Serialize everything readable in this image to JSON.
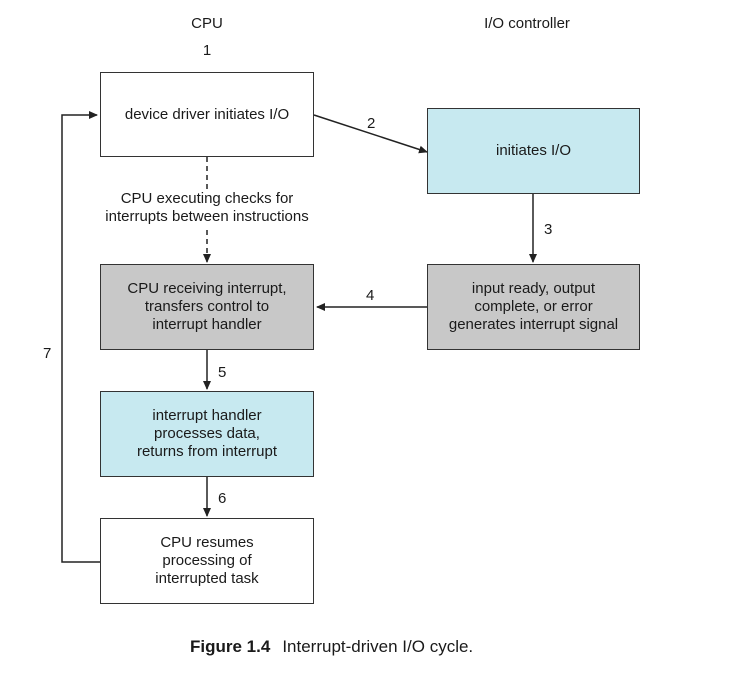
{
  "columns": {
    "cpu": "CPU",
    "io": "I/O controller"
  },
  "step_labels": {
    "s1": "1",
    "s2": "2",
    "s3": "3",
    "s4": "4",
    "s5": "5",
    "s6": "6",
    "s7": "7"
  },
  "boxes": {
    "driver": {
      "lines": [
        "device driver initiates I/O"
      ],
      "fill": "#ffffff"
    },
    "io_init": {
      "lines": [
        "initiates I/O"
      ],
      "fill": "#c7e9f0"
    },
    "signal": {
      "lines": [
        "input ready, output",
        "complete, or error",
        "generates interrupt signal"
      ],
      "fill": "#c8c8c8"
    },
    "receive": {
      "lines": [
        "CPU receiving interrupt,",
        "transfers control to",
        "interrupt handler"
      ],
      "fill": "#c8c8c8"
    },
    "handler": {
      "lines": [
        "interrupt handler",
        "processes data,",
        "returns from interrupt"
      ],
      "fill": "#c7e9f0"
    },
    "resume": {
      "lines": [
        "CPU resumes",
        "processing of",
        "interrupted task"
      ],
      "fill": "#ffffff"
    }
  },
  "check_note": [
    "CPU executing checks for",
    "interrupts between instructions"
  ],
  "caption": {
    "number": "Figure 1.4",
    "text": "Interrupt-driven I/O cycle."
  }
}
